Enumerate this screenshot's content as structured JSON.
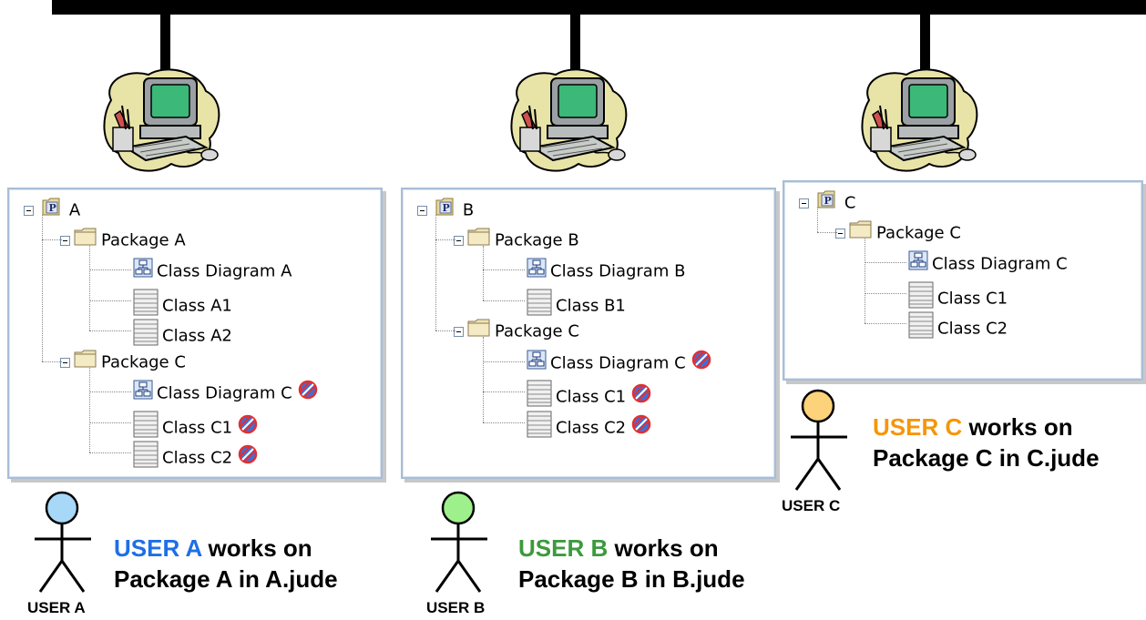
{
  "users": [
    {
      "id": "a",
      "root": "A",
      "items": [
        {
          "label": "Package A",
          "level": 1,
          "type": "package"
        },
        {
          "label": "Class Diagram A",
          "level": 2,
          "type": "diagram"
        },
        {
          "label": "Class A1",
          "level": 2,
          "type": "class"
        },
        {
          "label": "Class A2",
          "level": 2,
          "type": "class"
        },
        {
          "label": "Package C",
          "level": 1,
          "type": "package"
        },
        {
          "label": "Class Diagram C",
          "level": 2,
          "type": "diagram",
          "locked": true
        },
        {
          "label": "Class C1",
          "level": 2,
          "type": "class",
          "locked": true
        },
        {
          "label": "Class C2",
          "level": 2,
          "type": "class",
          "locked": true
        }
      ],
      "user_name": "USER A",
      "caption_user": "USER A",
      "caption_rest1": " works on",
      "caption_line2": "Package A in A.jude",
      "color": "#1e6fe6",
      "head_color": "#a8d8f8"
    },
    {
      "id": "b",
      "root": "B",
      "items": [
        {
          "label": "Package B",
          "level": 1,
          "type": "package"
        },
        {
          "label": "Class Diagram B",
          "level": 2,
          "type": "diagram"
        },
        {
          "label": "Class B1",
          "level": 2,
          "type": "class"
        },
        {
          "label": "Package C",
          "level": 1,
          "type": "package"
        },
        {
          "label": "Class Diagram C",
          "level": 2,
          "type": "diagram",
          "locked": true
        },
        {
          "label": "Class C1",
          "level": 2,
          "type": "class",
          "locked": true
        },
        {
          "label": "Class C2",
          "level": 2,
          "type": "class",
          "locked": true
        }
      ],
      "user_name": "USER B",
      "caption_user": "USER B",
      "caption_rest1": " works on",
      "caption_line2": "Package B in B.jude",
      "color": "#3c9a3c",
      "head_color": "#9ef08c"
    },
    {
      "id": "c",
      "root": "C",
      "items": [
        {
          "label": "Package C",
          "level": 1,
          "type": "package"
        },
        {
          "label": "Class Diagram C",
          "level": 2,
          "type": "diagram"
        },
        {
          "label": "Class C1",
          "level": 2,
          "type": "class"
        },
        {
          "label": "Class C2",
          "level": 2,
          "type": "class"
        }
      ],
      "user_name": "USER C",
      "caption_user": "USER C",
      "caption_rest1": " works on",
      "caption_line2": "Package C in C.jude",
      "color": "#f5960a",
      "head_color": "#fcd27a"
    }
  ]
}
